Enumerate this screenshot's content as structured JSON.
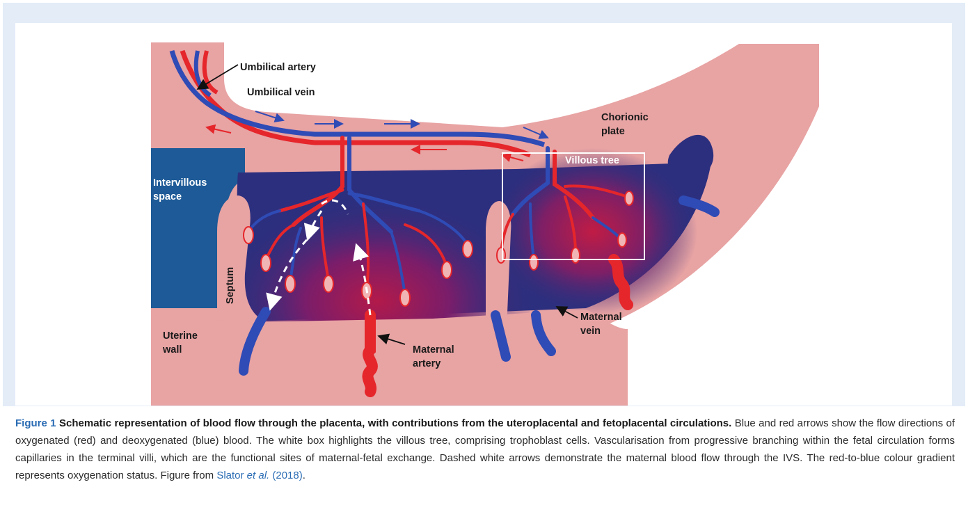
{
  "figure": {
    "labels": {
      "umbilical_artery": "Umbilical artery",
      "umbilical_vein": "Umbilical vein",
      "chorionic_plate_1": "Chorionic",
      "chorionic_plate_2": "plate",
      "villous_tree": "Villous tree",
      "intervillous_1": "Intervillous",
      "intervillous_2": "space",
      "septum": "Septum",
      "uterine_1": "Uterine",
      "uterine_2": "wall",
      "maternal_artery_1": "Maternal",
      "maternal_artery_2": "artery",
      "maternal_vein_1": "Maternal",
      "maternal_vein_2": "vein"
    },
    "colors": {
      "tissue": "#e8a3a3",
      "intervillous": "#1d5a97",
      "deep_blue": "#2c2f7e",
      "oxygenated": "#e5262b",
      "deoxygenated": "#2f4bb5",
      "panel_bg": "#e3ecf7"
    }
  },
  "caption": {
    "figure_label": "Figure 1",
    "title": "Schematic representation of blood flow through the placenta, with contributions from the uteroplacental and fetoplacental circulations.",
    "body": " Blue and red arrows show the flow directions of oxygenated (red) and deoxygenated (blue) blood. The white box highlights the villous tree, comprising trophoblast cells. Vascularisation from progressive branching within the fetal circulation forms capillaries in the terminal villi, which are the functional sites of maternal-fetal exchange. Dashed white arrows demonstrate the maternal blood flow through the IVS. The red-to-blue colour gradient represents oxygenation status. Figure from ",
    "citation_author": "Slator ",
    "citation_etal": "et al.",
    "citation_year": " (2018)",
    "end": "."
  }
}
